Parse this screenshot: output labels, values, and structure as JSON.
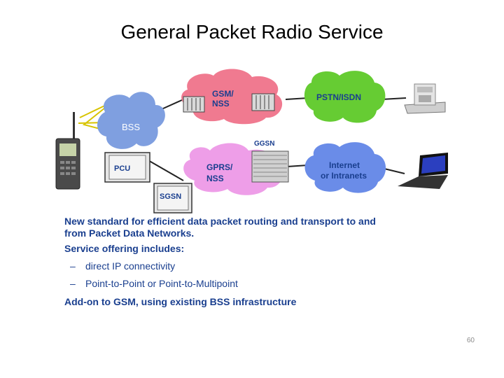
{
  "title": "General Packet Radio Service",
  "diagram": {
    "nodes": {
      "bss": "BSS",
      "gsm_nss_line1": "GSM/",
      "gsm_nss_line2": "NSS",
      "pstn": "PSTN/ISDN",
      "gprs_nss_line1": "GPRS/",
      "gprs_nss_line2": "NSS",
      "ggsn": "GGSN",
      "internet_line1": "Internet",
      "internet_line2": "or Intranets",
      "pcu": "PCU",
      "sgsn": "SGSN"
    },
    "colors": {
      "bss_cloud": "#7f9fe0",
      "gsm_cloud": "#f07a90",
      "pstn_cloud": "#66cc33",
      "gprs_cloud": "#ee9ee8",
      "internet_cloud": "#6a8ce8",
      "text": "#1a3f8f"
    }
  },
  "bullets": {
    "b1_line1": "New standard for efficient data packet routing and transport to and",
    "b1_line2": "from Packet Data Networks.",
    "b2": "Service offering includes:",
    "sub1": "direct IP connectivity",
    "sub2": "Point-to-Point or Point-to-Multipoint",
    "dash": "–",
    "b3": "Add-on to GSM, using existing BSS infrastructure"
  },
  "page_number": "60"
}
